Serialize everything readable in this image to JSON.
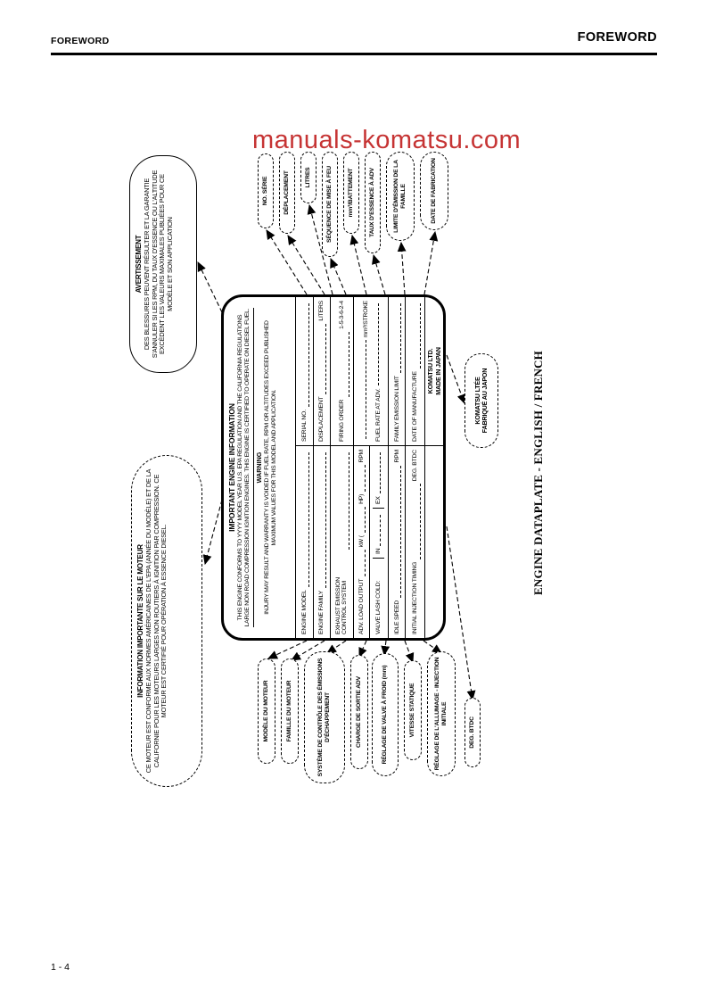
{
  "page": {
    "header_left": "FOREWORD",
    "header_right": "FOREWORD",
    "page_number": "1 - 4",
    "watermark": "manuals-komatsu.com",
    "figure_title": "ENGINE DATAPLATE - ENGLISH / FRENCH"
  },
  "colors": {
    "ink": "#000000",
    "watermark_red": "#c01f1f",
    "paper": "#ffffff"
  },
  "info_bubble": {
    "title": "INFORMATION IMPORTANTE SUR LE MOTEUR",
    "body": "CE MOTEUR EST CONFORME AUX NORMES AMÉRICAINES DE L'EPA (ANNÉE DU MODÈLE) ET DE LA CALIFORNIE POUR LES MOTEURS LARGES NON ROUTIERS À IGNITION PAR COMPRESSION. CE MOTEUR EST CERTIFIÉ POUR OPÉRATION À ESSENCE DIESEL."
  },
  "warning_bubble": {
    "title": "AVERTISSEMENT",
    "body": "DES BLESSURES PEUVENT RÉSULTER ET LA GARANTIE S'ANNULER SI LES RPM, DU TAUX D'ESSENCE OU L'ALTITUDE EXCÈDENT LES VALEURS MAXIMALES PUBLIÉES POUR CE MODÈLE ET SON APPLICATION"
  },
  "plate": {
    "title": "IMPORTANT ENGINE INFORMATION",
    "conformity": "THIS ENGINE CONFORMS TO YYYY MODEL YEAR U.S. EPA REGULATION AND THE CALIFORNIA REGULATIONS LARGE NON ROAD COMPRESSION IGNITION ENGINES. THIS ENGINE IS CERTIFIED TO OPERATE ON DIESEL FUEL.",
    "warning_title": "WARNING",
    "warning_body": "INJURY MAY RESULT AND WARRANTY IS VOIDED IF FUEL RATE, RPM OR ALTITUDES EXCEED PUBLISHED MAXIMUM VALUES FOR THIS MODEL AND APPLICATION.",
    "engine_model": "ENGINE MODEL",
    "serial_no": "SERIAL NO.",
    "engine_family": "ENGINE FAMILY",
    "displacement": "DISPLACEMENT",
    "liters": "LITERS",
    "exhaust_emission": "EXHAUST EMISSION CONTROL SYSTEM",
    "firing_order_label": "FIRING ORDER",
    "firing_order_value": "1-5-3-6-2-4",
    "adv_output": "ADV. LOAD OUTPUT",
    "kw": "kW (",
    "hp": "HP)",
    "rpm": "RPM",
    "stroke_unit": "mm³/STROKE",
    "fuel_rate": "FUEL RATE AT ADV.",
    "valve_lash": "VALVE LASH COLD:",
    "valve_in": "IN",
    "valve_ex": "EX",
    "idle_speed": "IDLE SPEED",
    "idle_rpm": "RPM",
    "family_emission": "FAMILY EMISSION LIMIT",
    "initial_injection": "INITIAL INJECTION TIMING",
    "deg_btdc": "DEG. BTDC",
    "date_of_manufacture": "DATE OF MANUFACTURE",
    "maker_line1": "KOMATSU LTD.",
    "maker_line2": "MADE IN JAPAN"
  },
  "callouts_left": [
    {
      "label": "MODÈLE DU MOTEUR"
    },
    {
      "label": "FAMILLE DU MOTEUR"
    },
    {
      "label": "SYSTÈME DE CONTRÔLE DES ÉMISSIONS D'ÉCHAPPEMENT"
    },
    {
      "label": "CHARGE DE SORTIE ADV"
    },
    {
      "label": "RÉGLAGE DE VALVE À FROID (mm)"
    },
    {
      "label": "VITESSE STATIQUE"
    },
    {
      "label": "RÉGLAGE DE L'ALLUMAGE - INJECTION INITIALE"
    },
    {
      "label": "DEG. BTDC"
    }
  ],
  "callouts_right": [
    {
      "label": "NO. SÉRIE"
    },
    {
      "label": "DÉPLACEMENT"
    },
    {
      "label": "LITRES"
    },
    {
      "label": "SÉQUENCE DE MISE À FEU"
    },
    {
      "label": "mm³/BATTEMENT"
    },
    {
      "label": "TAUX D'ESSENCE À ADV"
    },
    {
      "label": "LIMITE D'ÉMISSION DE LA FAMILLE"
    },
    {
      "label": "DATE DE FABRICATION"
    }
  ],
  "komatsu_callout": {
    "line1": "KOMATSU LTÉE",
    "line2": "FABRIQUÉ AU JAPON"
  }
}
